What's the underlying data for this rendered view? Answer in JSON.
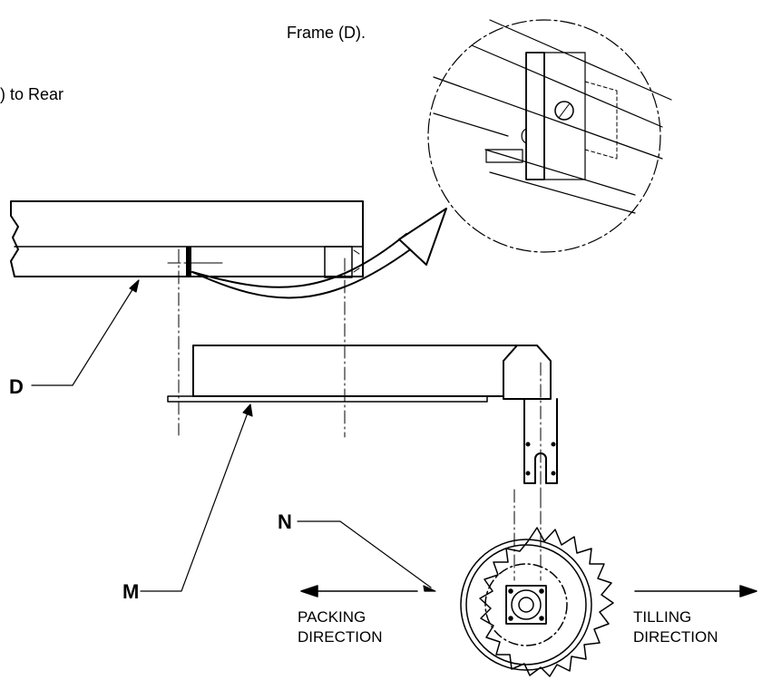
{
  "instructions": {
    "line1": "Frame (D).",
    "line2": ") to Rear"
  },
  "labels": {
    "frame": "D",
    "mount": "M",
    "wheel": "N"
  },
  "directions": {
    "packing_line1": "PACKING",
    "packing_line2": "DIRECTION",
    "tilling_line1": "TILLING",
    "tilling_line2": "DIRECTION"
  }
}
